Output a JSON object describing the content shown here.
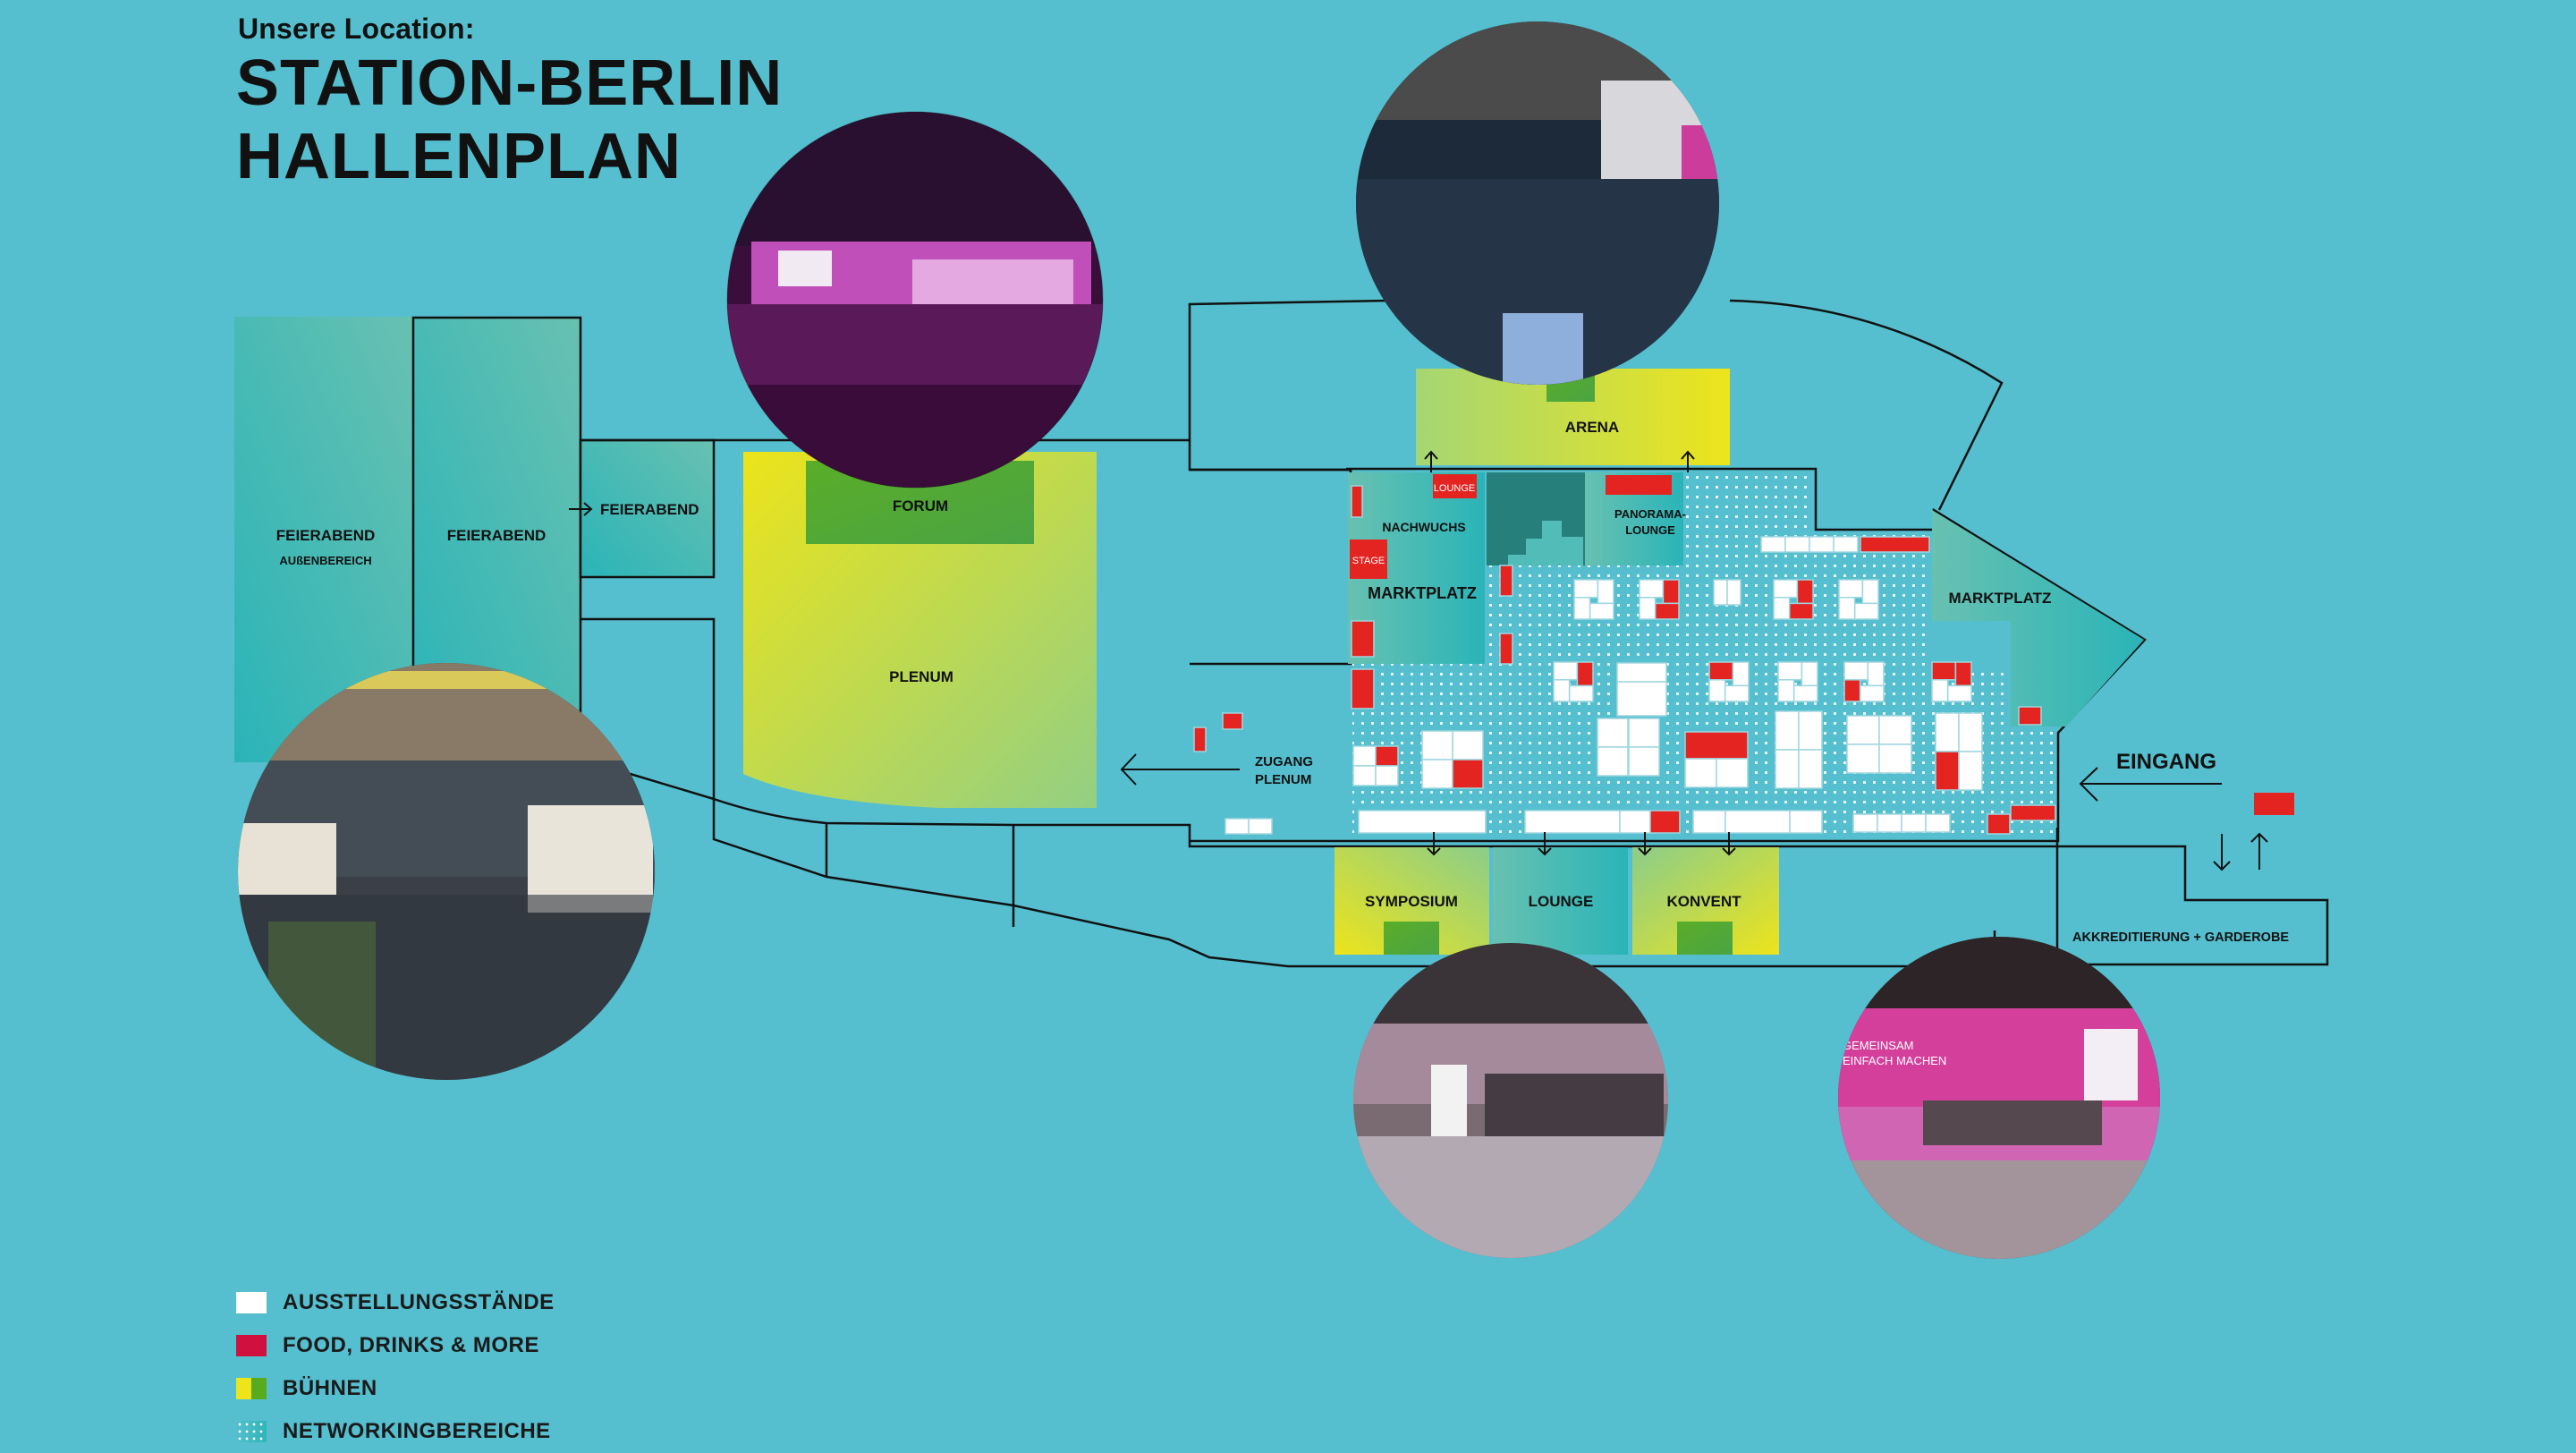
{
  "header": {
    "subtitle": "Unsere Location:",
    "title_line1": "STATION-BERLIN",
    "title_line2": "HALLENPLAN"
  },
  "colors": {
    "background": "#55bfcf",
    "booth": "#ffffff",
    "food": "#e32421",
    "stage_yellow": "#ede41b",
    "stage_green": "#56ab34",
    "networking": "#2fb5b6",
    "teal_light": "#66c1b0",
    "outline": "#111111"
  },
  "areas": {
    "feierabend_outdoor": {
      "label": "FEIERABEND",
      "sublabel": "AUßENBEREICH"
    },
    "feierabend_hall": {
      "label": "FEIERABEND"
    },
    "feierabend_small": {
      "label": "FEIERABEND"
    },
    "forum": {
      "label": "FORUM"
    },
    "plenum": {
      "label": "PLENUM"
    },
    "arena": {
      "label": "ARENA"
    },
    "nachwuchs": {
      "label": "NACHWUCHS"
    },
    "nachwuchs_lounge": {
      "label": "LOUNGE"
    },
    "nachwuchs_stage": {
      "label": "STAGE"
    },
    "marktplatz_left": {
      "label": "MARKTPLATZ"
    },
    "panorama_lounge": {
      "line1": "PANORAMA-",
      "line2": "LOUNGE"
    },
    "marktplatz_right": {
      "label": "MARKTPLATZ"
    },
    "zugang_plenum": {
      "line1": "ZUGANG",
      "line2": "PLENUM"
    },
    "eingang": {
      "label": "EINGANG"
    },
    "symposium": {
      "label": "SYMPOSIUM"
    },
    "lounge": {
      "label": "LOUNGE"
    },
    "konvent": {
      "label": "KONVENT"
    },
    "akkreditierung": {
      "label": "AKKREDITIERUNG + GARDEROBE"
    }
  },
  "photos": [
    {
      "name": "forum-photo",
      "caption": ""
    },
    {
      "name": "arena-photo",
      "caption": ""
    },
    {
      "name": "feierabend-photo",
      "caption": ""
    },
    {
      "name": "symposium-photo",
      "caption": ""
    },
    {
      "name": "konvent-photo",
      "caption_line1": "GEMEINSAM",
      "caption_line2": "EINFACH MACHEN"
    }
  ],
  "legend": [
    {
      "label": "AUSSTELLUNGSSTÄNDE",
      "icon": "white-square"
    },
    {
      "label": "FOOD, DRINKS & MORE",
      "icon": "red-square"
    },
    {
      "label": "BÜHNEN",
      "icon": "yellow-green-square"
    },
    {
      "label": "NETWORKINGBEREICHE",
      "icon": "dotted-teal-square"
    }
  ]
}
